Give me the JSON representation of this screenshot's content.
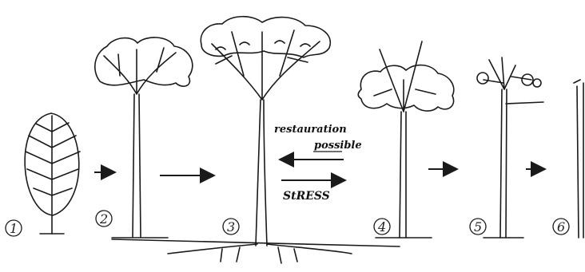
{
  "stages": [
    {
      "number": "1",
      "name": "stage-1-leaf"
    },
    {
      "number": "2",
      "name": "stage-2-young-tree"
    },
    {
      "number": "3",
      "name": "stage-3-mature-tree"
    },
    {
      "number": "4",
      "name": "stage-4-declining-tree"
    },
    {
      "number": "5",
      "name": "stage-5-senescent-tree"
    },
    {
      "number": "6",
      "name": "stage-6-dead-trunk"
    }
  ],
  "labels": {
    "restoration_line1": "restauration",
    "restoration_line2": "possible",
    "stress": "StRESS"
  },
  "colors": {
    "ink": "#1a1a1a",
    "paper": "#ffffff"
  }
}
